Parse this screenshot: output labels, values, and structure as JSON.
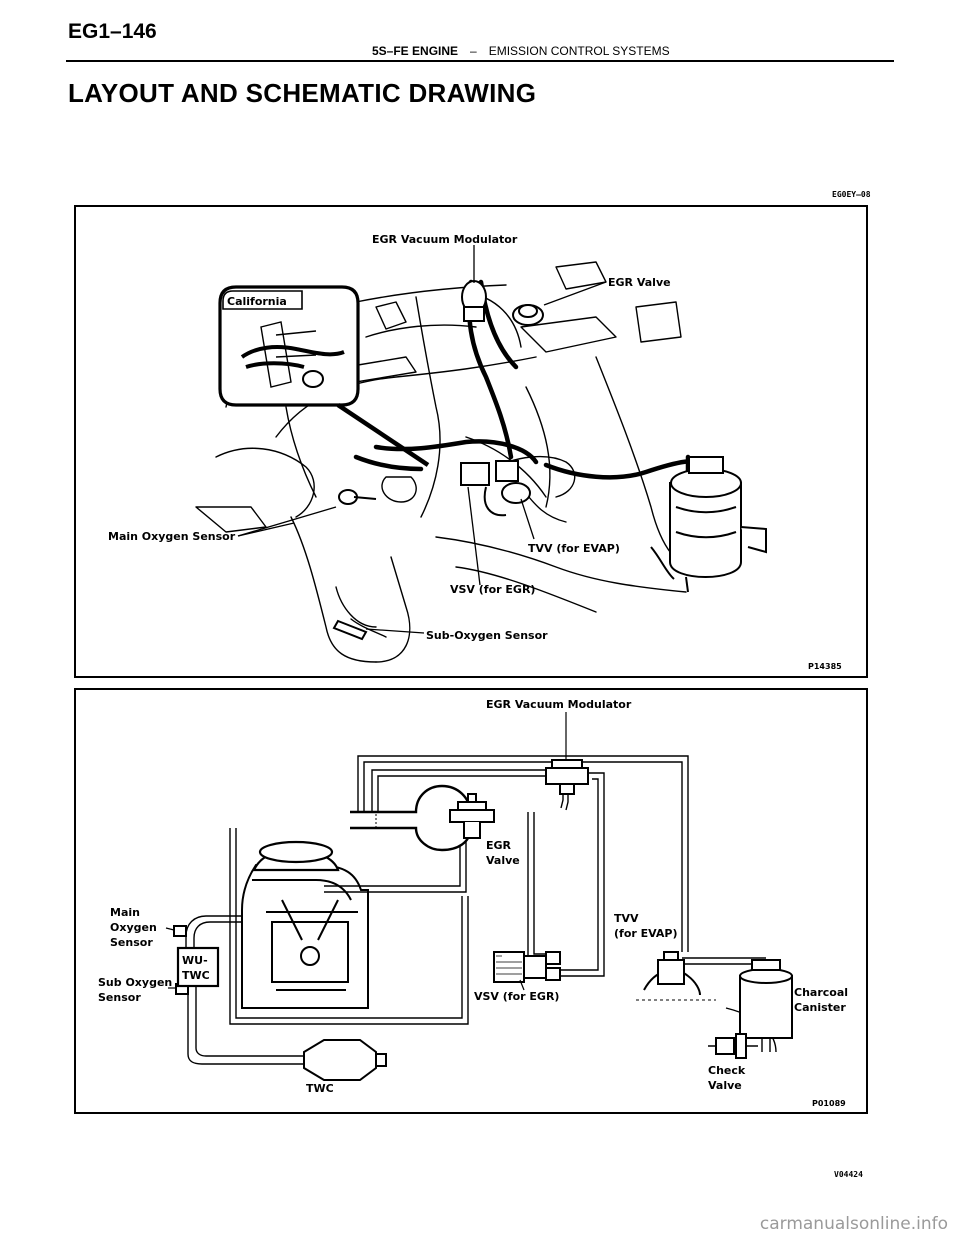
{
  "header": {
    "page_number": "EG1–146",
    "section": "5S–FE ENGINE",
    "separator": "–",
    "subsection": "EMISSION CONTROL SYSTEMS"
  },
  "title": "LAYOUT AND SCHEMATIC DRAWING",
  "codes": {
    "top_right": "EG0EY–08",
    "bottom_right": "V04424"
  },
  "layout_figure": {
    "figure_id": "P14385",
    "inset_label": "California",
    "labels": {
      "egr_vacuum_modulator": "EGR Vacuum Modulator",
      "egr_valve": "EGR Valve",
      "main_oxygen_sensor": "Main Oxygen Sensor",
      "tvv": "TVV (for EVAP)",
      "vsv": "VSV (for EGR)",
      "sub_oxygen_sensor": "Sub-Oxygen Sensor"
    }
  },
  "schematic_figure": {
    "figure_id": "P01089",
    "labels": {
      "egr_vacuum_modulator": "EGR Vacuum Modulator",
      "egr_valve_1": "EGR",
      "egr_valve_2": "Valve",
      "main_oxygen_1": "Main",
      "main_oxygen_2": "Oxygen",
      "main_oxygen_3": "Sensor",
      "wu_twc_1": "WU-",
      "wu_twc_2": "TWC",
      "sub_oxygen_1": "Sub Oxygen",
      "sub_oxygen_2": "Sensor",
      "tvv_1": "TVV",
      "tvv_2": "(for EVAP)",
      "vsv": "VSV (for EGR)",
      "charcoal_1": "Charcoal",
      "charcoal_2": "Canister",
      "check_1": "Check",
      "check_2": "Valve",
      "twc": "TWC"
    }
  },
  "footer": {
    "watermark": "carmanualsonline.info"
  }
}
